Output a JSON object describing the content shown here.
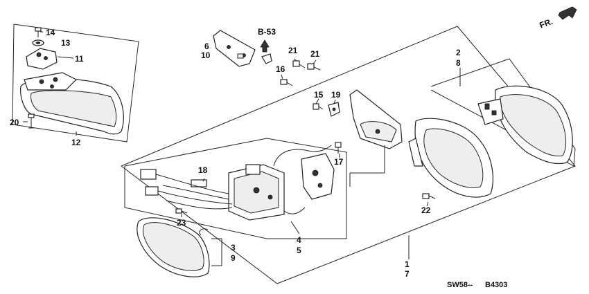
{
  "diagram": {
    "direction_marker": "FR.",
    "ref_code": "B-53",
    "footer_code_1": "SW58--",
    "footer_code_2": "B4303",
    "callouts": {
      "c1": "1",
      "c2": "2",
      "c3": "3",
      "c4": "4",
      "c5": "5",
      "c6": "6",
      "c7": "7",
      "c8": "8",
      "c9": "9",
      "c10": "10",
      "c11": "11",
      "c12": "12",
      "c13": "13",
      "c14": "14",
      "c15": "15",
      "c16": "16",
      "c17": "17",
      "c18": "18",
      "c19": "19",
      "c20": "20",
      "c21a": "21",
      "c21b": "21",
      "c22": "22",
      "c23": "23"
    }
  }
}
